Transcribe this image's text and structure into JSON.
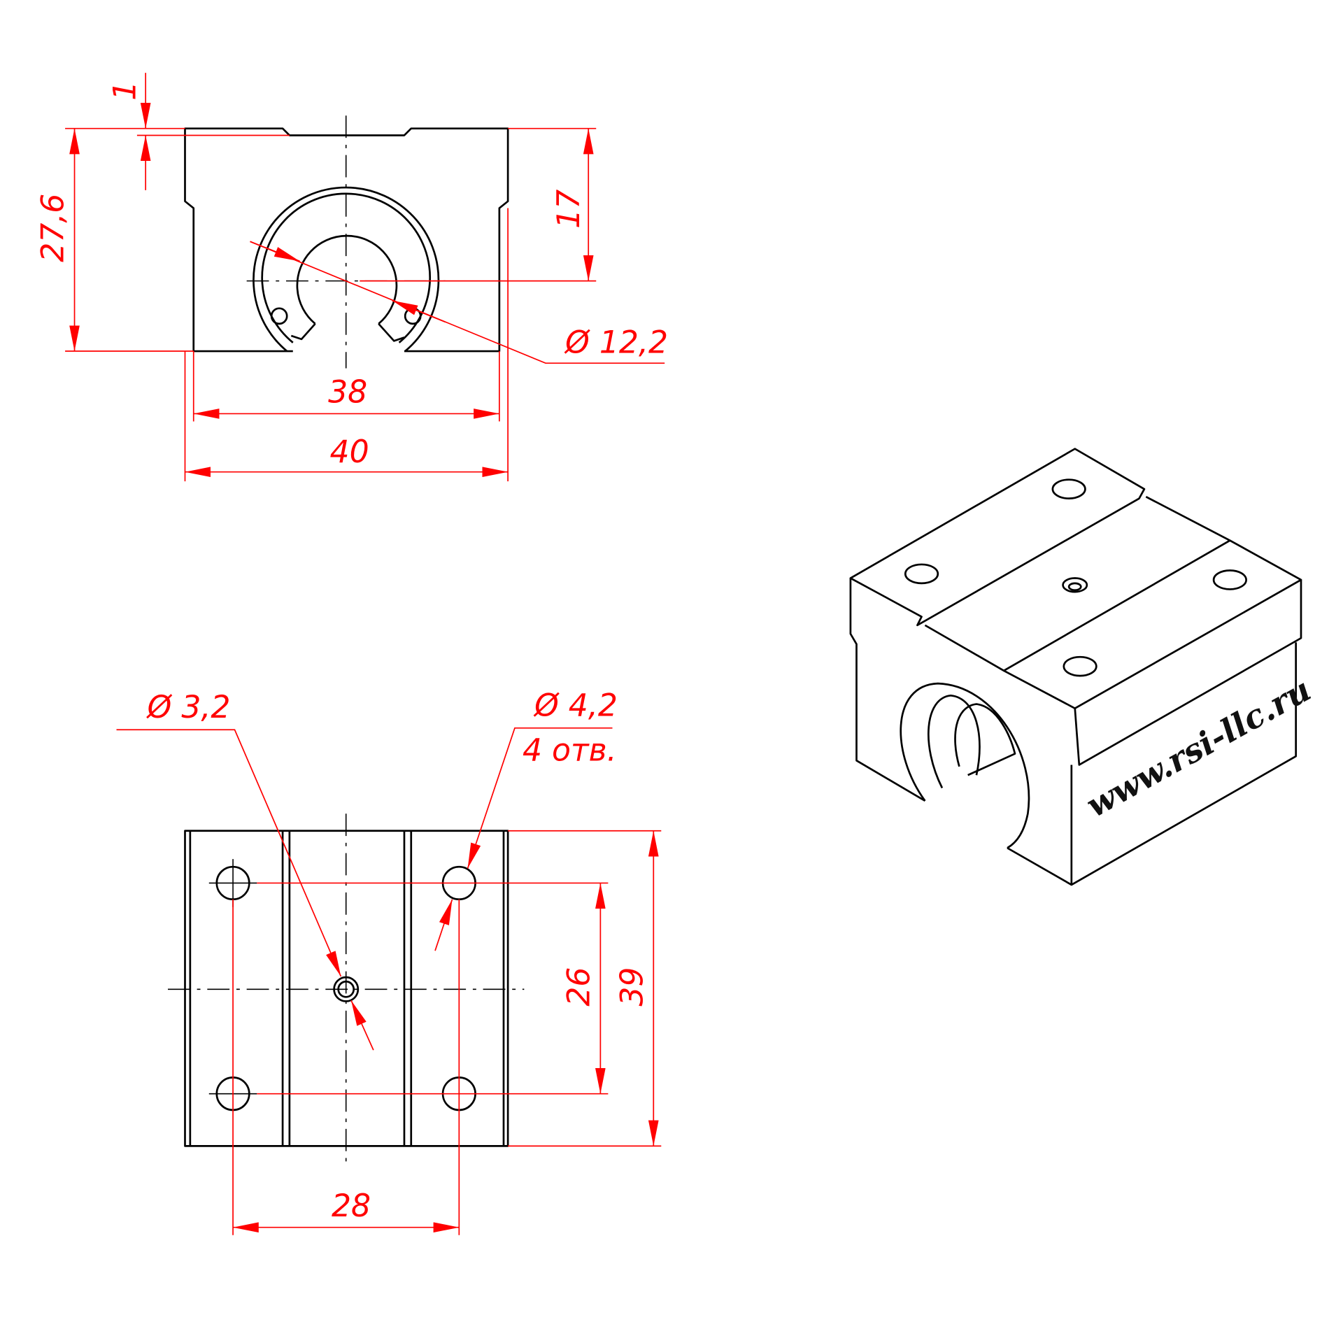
{
  "drawing": {
    "front_view": {
      "dim_top_offset": "1",
      "dim_height": "27,6",
      "dim_center_height": "17",
      "dim_bore": "Ø 12,2",
      "dim_inner_width": "38",
      "dim_width": "40"
    },
    "top_view": {
      "dim_center_hole": "Ø 3,2",
      "dim_mount_holes": "Ø 4,2",
      "dim_mount_holes_count": "4 отв.",
      "dim_hole_spacing_y": "26",
      "dim_length": "39",
      "dim_hole_spacing_x": "28"
    },
    "isometric_view": {
      "logo_text": "www.rsi-llc.ru"
    },
    "colors": {
      "dimension": "#ff0000",
      "outline": "#000000"
    }
  }
}
